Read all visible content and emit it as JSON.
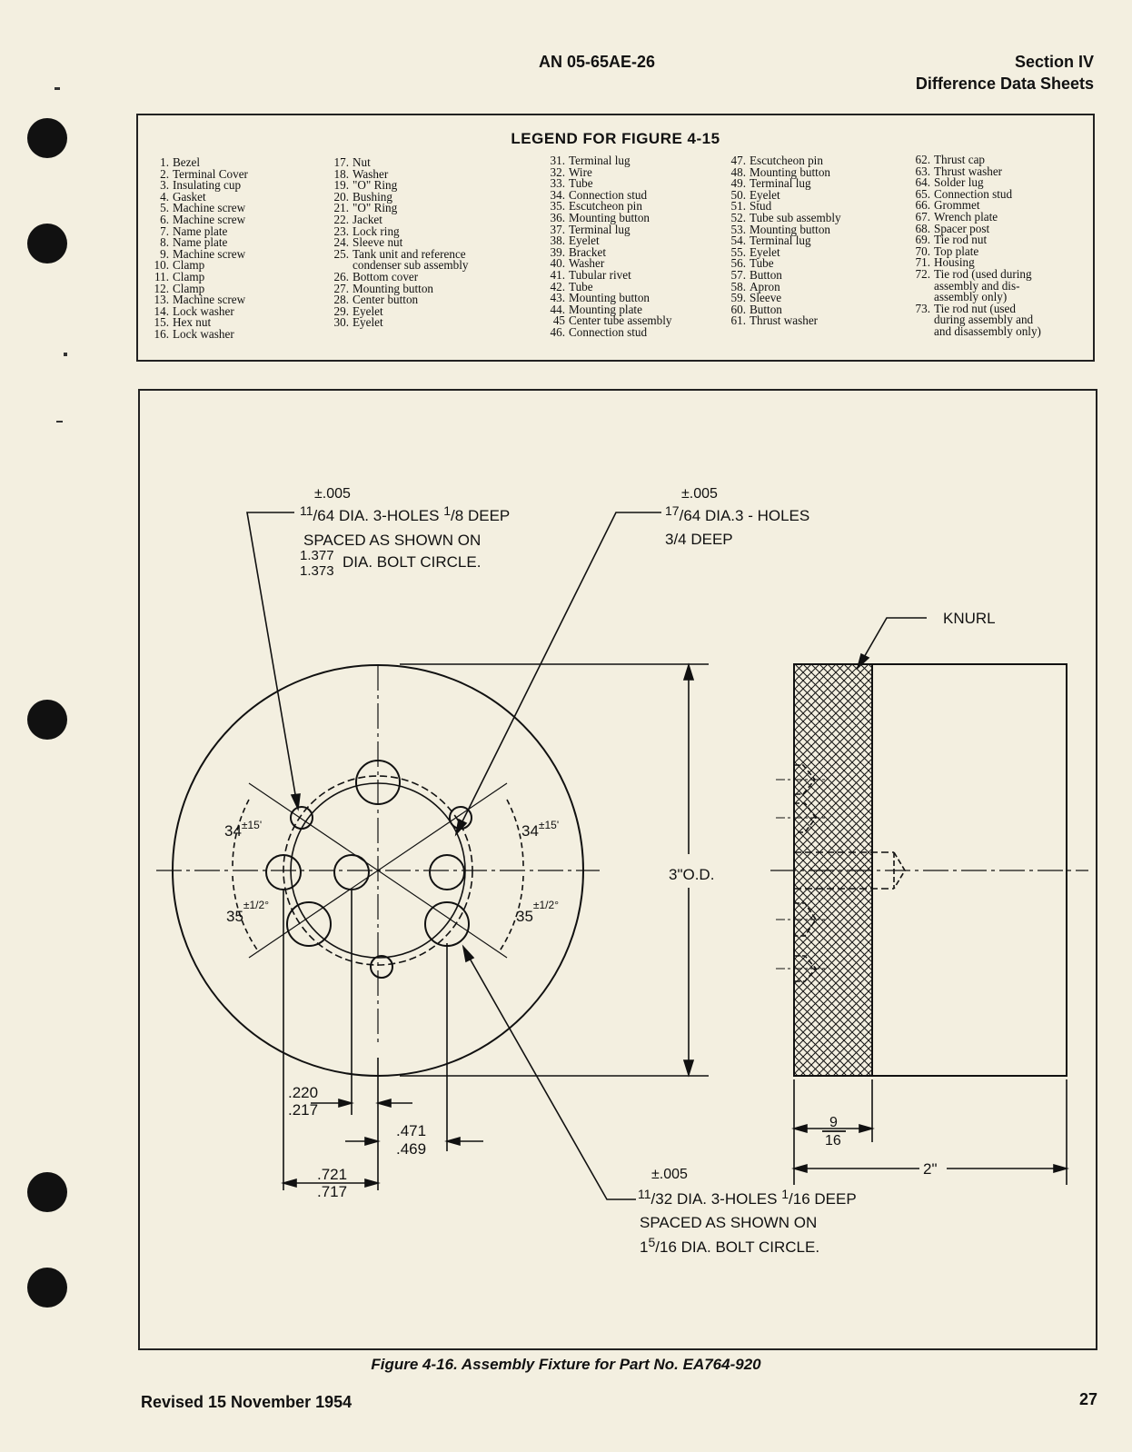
{
  "header": {
    "doc_number": "AN 05-65AE-26",
    "section": "Section IV",
    "section_title": "Difference Data Sheets"
  },
  "legend": {
    "title": "LEGEND FOR FIGURE 4-15",
    "columns": [
      [
        {
          "num": "1.",
          "text": "Bezel"
        },
        {
          "num": "2.",
          "text": "Terminal Cover"
        },
        {
          "num": "3.",
          "text": "Insulating cup"
        },
        {
          "num": "4.",
          "text": "Gasket"
        },
        {
          "num": "5.",
          "text": "Machine screw"
        },
        {
          "num": "6.",
          "text": "Machine screw"
        },
        {
          "num": "7.",
          "text": "Name plate"
        },
        {
          "num": "8.",
          "text": "Name plate"
        },
        {
          "num": "9.",
          "text": "Machine screw"
        },
        {
          "num": "10.",
          "text": "Clamp"
        },
        {
          "num": "11.",
          "text": "Clamp"
        },
        {
          "num": "12.",
          "text": "Clamp"
        },
        {
          "num": "13.",
          "text": "Machine screw"
        },
        {
          "num": "14.",
          "text": "Lock washer"
        },
        {
          "num": "15.",
          "text": "Hex nut"
        },
        {
          "num": "16.",
          "text": "Lock washer"
        }
      ],
      [
        {
          "num": "17.",
          "text": "Nut"
        },
        {
          "num": "18.",
          "text": "Washer"
        },
        {
          "num": "19.",
          "text": "\"O\" Ring"
        },
        {
          "num": "20.",
          "text": "Bushing"
        },
        {
          "num": "21.",
          "text": "\"O\" Ring"
        },
        {
          "num": "22.",
          "text": "Jacket"
        },
        {
          "num": "23.",
          "text": "Lock ring"
        },
        {
          "num": "24.",
          "text": "Sleeve nut"
        },
        {
          "num": "25.",
          "text": "Tank unit and reference"
        },
        {
          "num": "",
          "text": "condenser sub assembly"
        },
        {
          "num": "26.",
          "text": "Bottom cover"
        },
        {
          "num": "27.",
          "text": "Mounting button"
        },
        {
          "num": "28.",
          "text": "Center button"
        },
        {
          "num": "29.",
          "text": "Eyelet"
        },
        {
          "num": "30.",
          "text": "Eyelet"
        }
      ],
      [
        {
          "num": "31.",
          "text": "Terminal lug"
        },
        {
          "num": "32.",
          "text": "Wire"
        },
        {
          "num": "33.",
          "text": "Tube"
        },
        {
          "num": "34.",
          "text": "Connection stud"
        },
        {
          "num": "35.",
          "text": "Escutcheon pin"
        },
        {
          "num": "36.",
          "text": "Mounting button"
        },
        {
          "num": "37.",
          "text": "Terminal lug"
        },
        {
          "num": "38.",
          "text": "Eyelet"
        },
        {
          "num": "39.",
          "text": "Bracket"
        },
        {
          "num": "40.",
          "text": "Washer"
        },
        {
          "num": "41.",
          "text": "Tubular rivet"
        },
        {
          "num": "42.",
          "text": "Tube"
        },
        {
          "num": "43.",
          "text": "Mounting button"
        },
        {
          "num": "44.",
          "text": "Mounting plate"
        },
        {
          "num": "45",
          "text": "Center tube assembly"
        },
        {
          "num": "46.",
          "text": "Connection stud"
        }
      ],
      [
        {
          "num": "47.",
          "text": "Escutcheon pin"
        },
        {
          "num": "48.",
          "text": "Mounting button"
        },
        {
          "num": "49.",
          "text": "Terminal lug"
        },
        {
          "num": "50.",
          "text": "Eyelet"
        },
        {
          "num": "51.",
          "text": "Stud"
        },
        {
          "num": "52.",
          "text": "Tube sub assembly"
        },
        {
          "num": "53.",
          "text": "Mounting button"
        },
        {
          "num": "54.",
          "text": "Terminal lug"
        },
        {
          "num": "55.",
          "text": "Eyelet"
        },
        {
          "num": "56.",
          "text": "Tube"
        },
        {
          "num": "57.",
          "text": "Button"
        },
        {
          "num": "58.",
          "text": "Apron"
        },
        {
          "num": "59.",
          "text": "Sleeve"
        },
        {
          "num": "60.",
          "text": "Button"
        },
        {
          "num": "61.",
          "text": "Thrust washer"
        }
      ],
      [
        {
          "num": "62.",
          "text": "Thrust cap"
        },
        {
          "num": "63.",
          "text": "Thrust washer"
        },
        {
          "num": "64.",
          "text": "Solder lug"
        },
        {
          "num": "65.",
          "text": "Connection stud"
        },
        {
          "num": "66.",
          "text": "Grommet"
        },
        {
          "num": "67.",
          "text": "Wrench plate"
        },
        {
          "num": "68.",
          "text": "Spacer post"
        },
        {
          "num": "69.",
          "text": "Tie rod nut"
        },
        {
          "num": "70.",
          "text": "Top plate"
        },
        {
          "num": "71.",
          "text": "Housing"
        },
        {
          "num": "72.",
          "text": "Tie rod (used during"
        },
        {
          "num": "",
          "text": "assembly and dis-"
        },
        {
          "num": "",
          "text": "assembly only)"
        },
        {
          "num": "73.",
          "text": "Tie rod nut (used"
        },
        {
          "num": "",
          "text": "during assembly and"
        },
        {
          "num": "",
          "text": "and disassembly only)"
        }
      ]
    ]
  },
  "figure": {
    "note1": {
      "tol": "±.005",
      "line1_frac_num": "11",
      "line1_frac_den": "64",
      "line1_mid": "DIA. 3-HOLES",
      "line1_depth_num": "1",
      "line1_depth_den": "8",
      "line1_end": "DEEP",
      "line2": "SPACED AS SHOWN ON",
      "bc_upper": "1.377",
      "bc_lower": "1.373",
      "line3_end": "DIA. BOLT CIRCLE."
    },
    "note2": {
      "tol": "±.005",
      "frac_num": "17",
      "frac_den": "64",
      "line1_end": "DIA.3 - HOLES",
      "line2": "3/4 DEEP"
    },
    "note3": {
      "tol": "±.005",
      "frac_num": "11",
      "frac_den": "32",
      "line1_mid": "DIA. 3-HOLES",
      "depth_num": "1",
      "depth_den": "16",
      "line1_end": "DEEP",
      "line2": "SPACED AS SHOWN ON",
      "bc_whole": "1",
      "bc_num": "5",
      "bc_den": "16",
      "line3_end": "DIA. BOLT CIRCLE."
    },
    "knurl": "KNURL",
    "od": "3\"O.D.",
    "angle_left_top": {
      "deg": "34",
      "tol": "±15'"
    },
    "angle_left_bot": {
      "deg": "35",
      "tol": "±1/2°"
    },
    "angle_right_top": {
      "deg": "34",
      "tol": "±15'"
    },
    "angle_right_bot": {
      "deg": "35",
      "tol": "±1/2°"
    },
    "dim_220": ".220",
    "dim_217": ".217",
    "dim_471": ".471",
    "dim_469": ".469",
    "dim_721": ".721",
    "dim_717": ".717",
    "dim_9": "9",
    "dim_16": "16",
    "dim_2in": "2\""
  },
  "caption": "Figure 4-16. Assembly Fixture for Part No. EA764-920",
  "footer": {
    "revised": "Revised 15 November 1954",
    "page": "27"
  }
}
